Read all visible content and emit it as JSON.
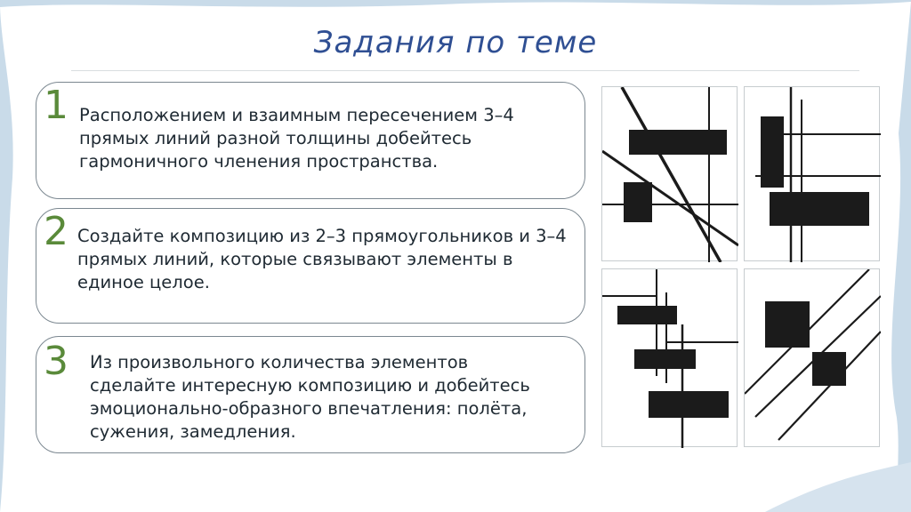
{
  "slide": {
    "title": "Задания по теме",
    "tasks": [
      {
        "number": "1",
        "text": "Расположением и взаимным пересечением 3–4 прямых линий разной толщины добейтесь гармоничного членения пространства."
      },
      {
        "number": "2",
        "text": "Создайте композицию из 2–3 прямоугольников и 3–4 прямых линий, которые связывают элементы в единое целое."
      },
      {
        "number": "3",
        "text": "Из произвольного количества элементов сделайте интересную композицию и добейтесь эмоционально-образного впечатления: полёта, сужения, замедления."
      }
    ]
  },
  "colors": {
    "title": "#2f4f93",
    "number": "#5a8a3a",
    "ink": "#1b1b1b",
    "background": "#c9dbe9"
  }
}
